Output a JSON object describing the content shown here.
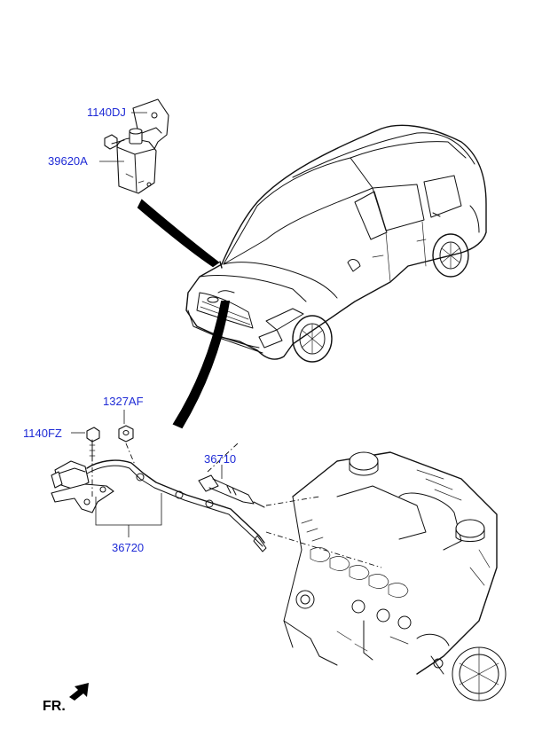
{
  "labels": {
    "bolt_top": "1140DJ",
    "control_unit": "39620A",
    "nut": "1327AF",
    "bolt_left": "1140FZ",
    "glow_plug": "36710",
    "harness": "36720",
    "front_indicator": "FR."
  },
  "colors": {
    "label": "#1f2bd6",
    "line": "#111111",
    "arrow": "#000000"
  },
  "icons": {
    "front_arrow": "front-arrow-icon"
  }
}
